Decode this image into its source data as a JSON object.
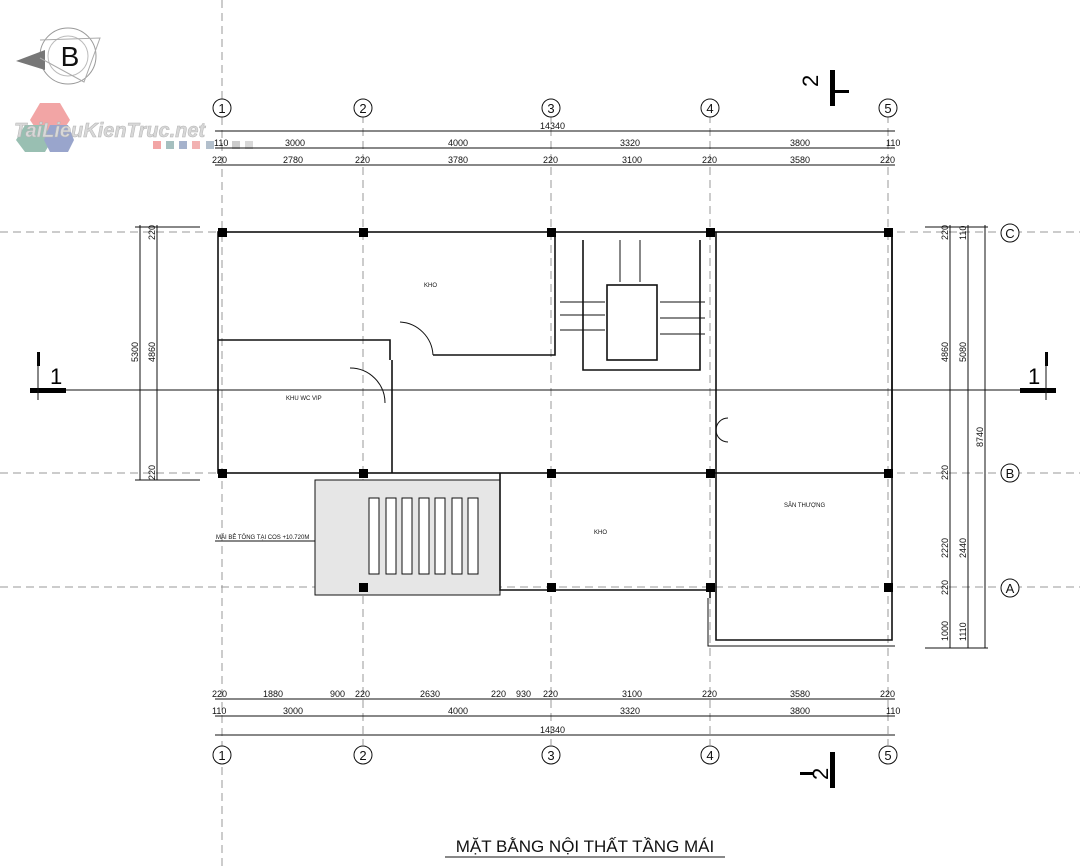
{
  "title": "MẶT BẰNG NỘI THẤT TẦNG MÁI",
  "watermark": "TaiLieuKienTruc.net",
  "logo_letter": "B",
  "axes": {
    "columns": [
      "1",
      "2",
      "3",
      "4",
      "5"
    ],
    "rows": [
      "C",
      "B",
      "A"
    ]
  },
  "sections": {
    "s1": "1",
    "s2": "2"
  },
  "rooms": {
    "kho_top": "KHO",
    "wc_vip": "KHU WC VIP",
    "kho_bottom": "KHO",
    "san_thuong": "SÂN THƯỢNG"
  },
  "annotation": "MÁI BÊ TÔNG TẠI COS +10.720M",
  "dims_top": {
    "total": "14340",
    "row1": [
      "110",
      "3000",
      "4000",
      "3320",
      "3800",
      "110"
    ],
    "row2": [
      "220",
      "2780",
      "220",
      "3780",
      "220",
      "3100",
      "220",
      "3580",
      "220"
    ]
  },
  "dims_bottom": {
    "row1": [
      "220",
      "1880",
      "900",
      "220",
      "2630",
      "220",
      "930",
      "220",
      "3100",
      "220",
      "3580",
      "220"
    ],
    "row2": [
      "110",
      "3000",
      "4000",
      "3320",
      "3800",
      "110"
    ],
    "total": "14340"
  },
  "dims_left": [
    "220",
    "5300",
    "4860",
    "220"
  ],
  "dims_right": [
    "220",
    "110",
    "4860",
    "5080",
    "8740",
    "220",
    "2220",
    "2440",
    "220",
    "1000",
    "1110"
  ]
}
